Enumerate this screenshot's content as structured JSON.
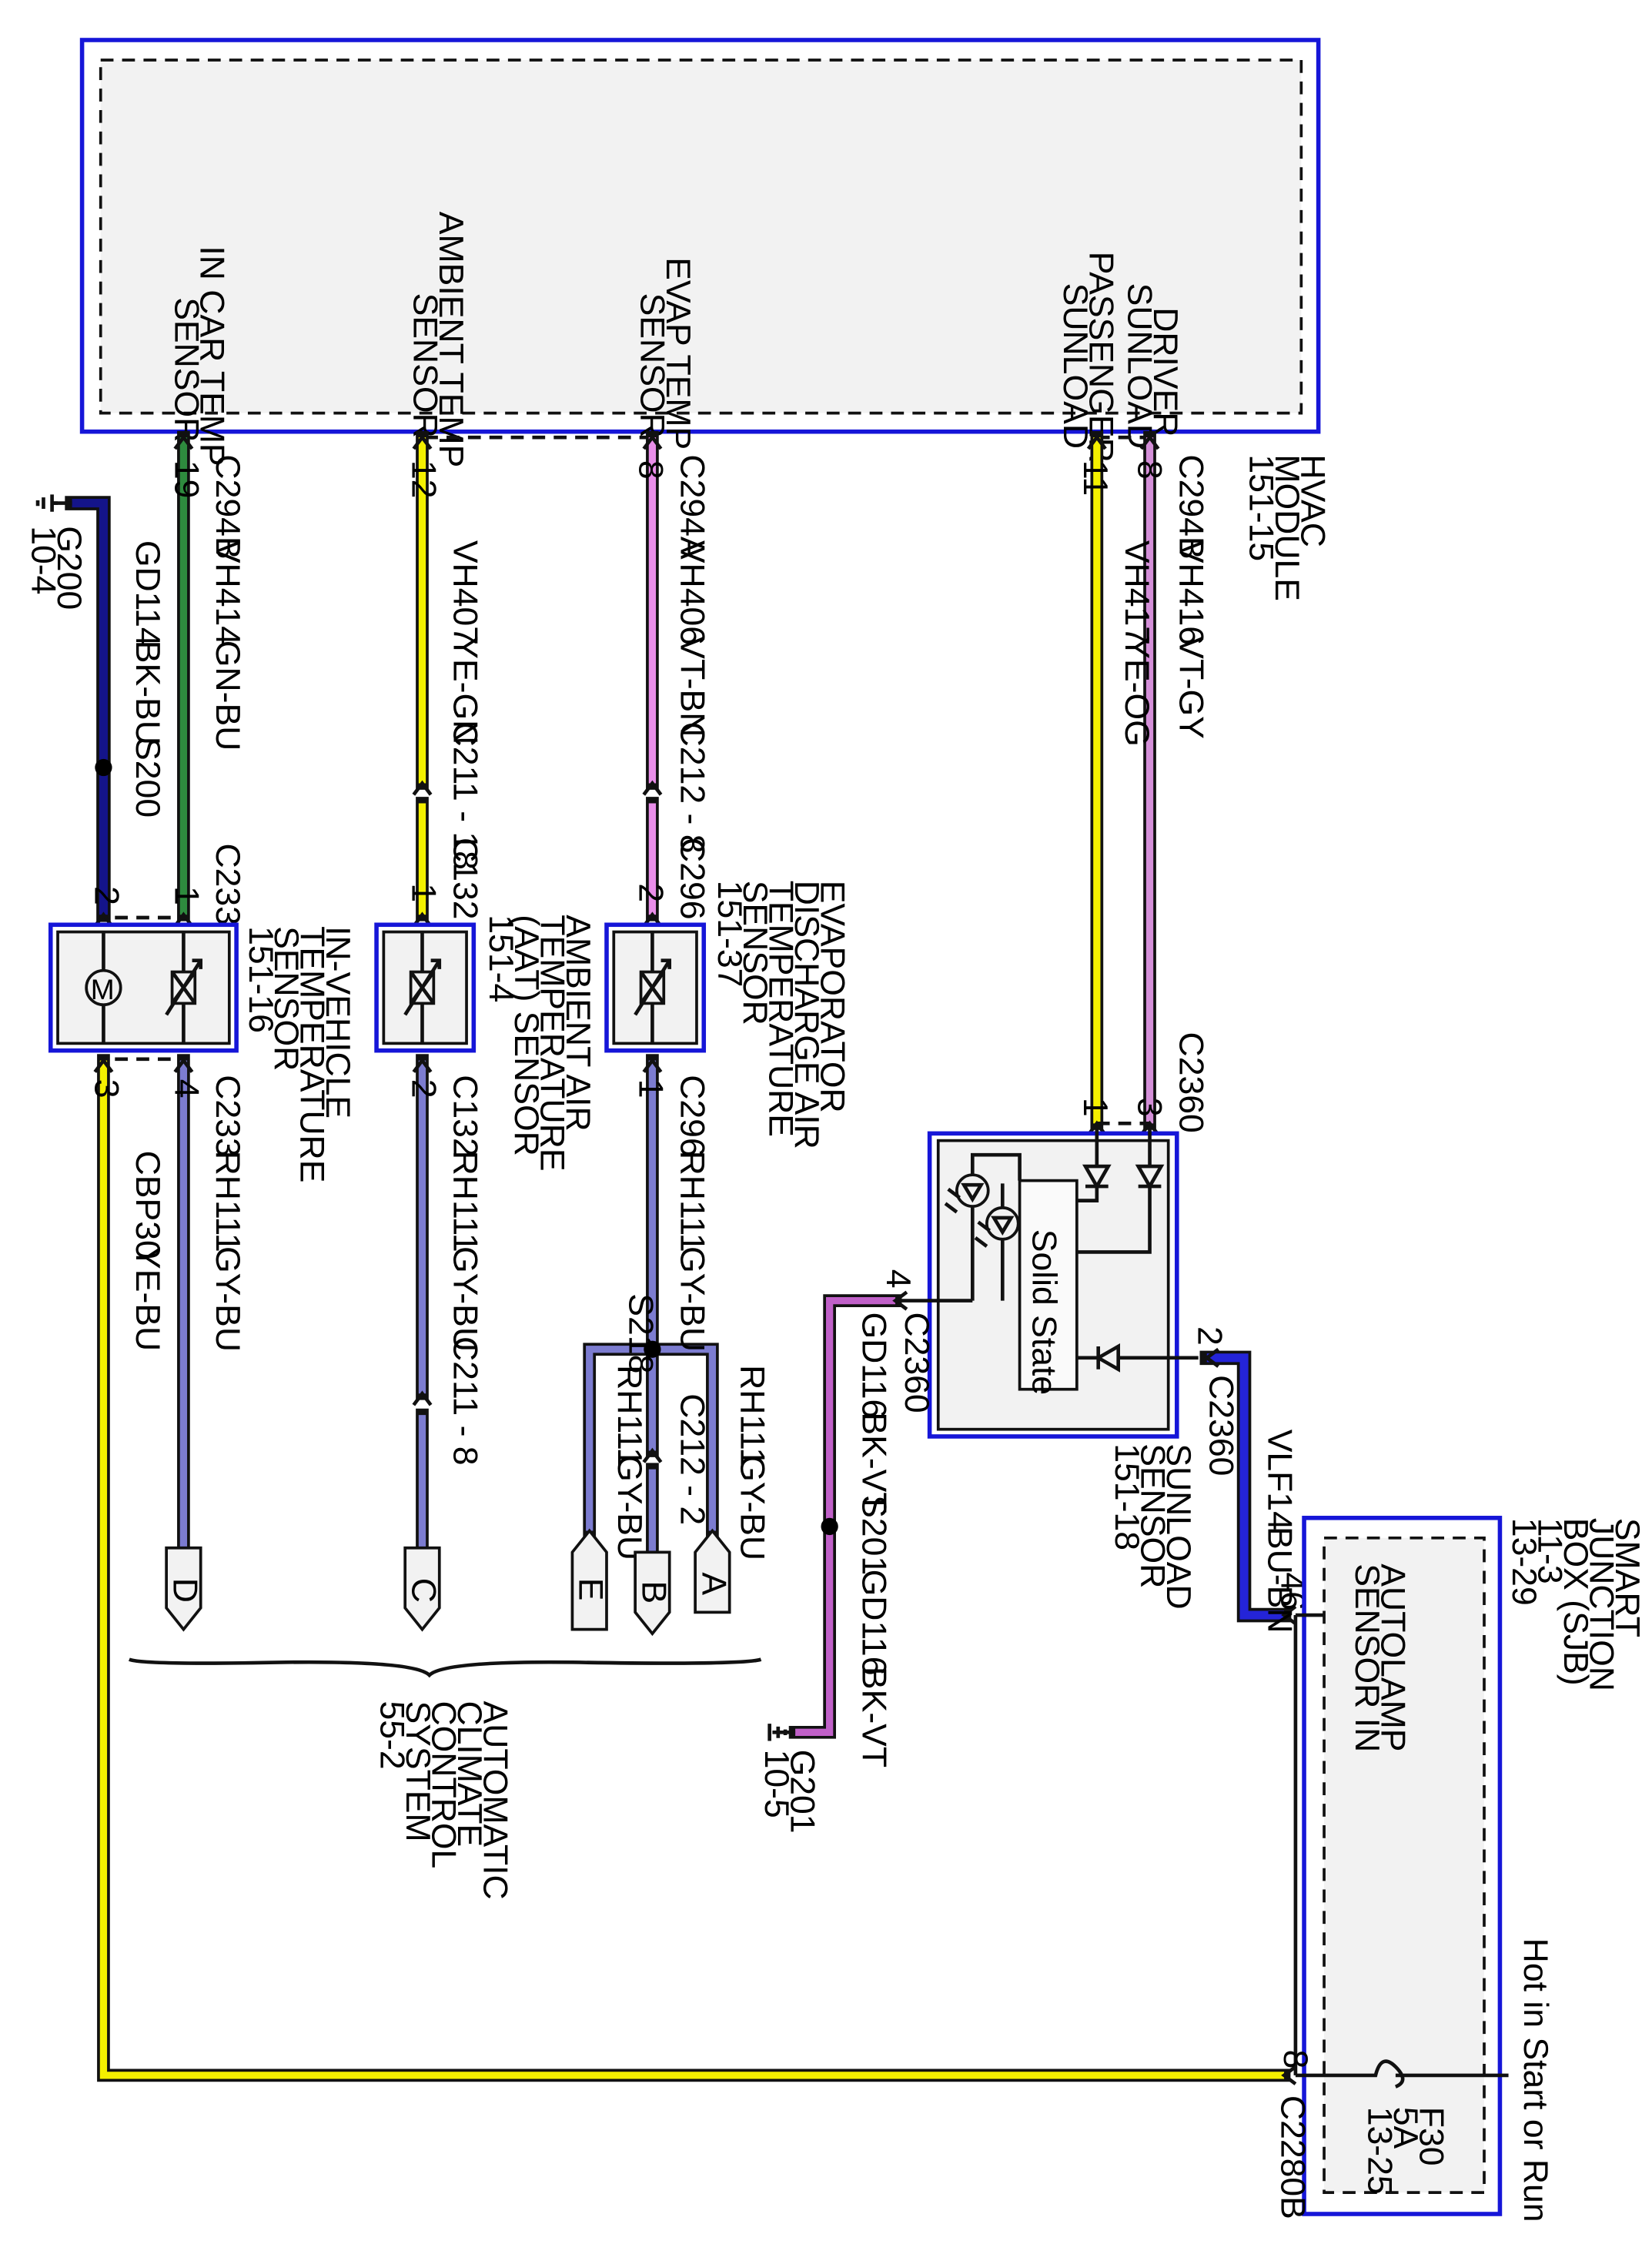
{
  "colors": {
    "green_blue": "#2e8b3e",
    "yellow": "#f4f000",
    "violet": "#e98ee9",
    "violet_gray": "#d48fd8",
    "black_blue": "#14148a",
    "gray_blue": "#7c7cd0",
    "blue_brown": "#2424d8",
    "black_violet": "#c060c8",
    "box_border": "#1616d8"
  },
  "hvac": {
    "labels": [
      "HVAC",
      "MODULE",
      "151-15"
    ],
    "pins": {
      "in_car": [
        "IN CAR TEMP",
        "SENSOR"
      ],
      "ambient": [
        "AMBIENT TEMP",
        "SENSOR"
      ],
      "evap": [
        "EVAP TEMP",
        "SENSOR"
      ],
      "passenger": [
        "PASSENGER",
        "SUNLOAD"
      ],
      "driver": [
        "DRIVER",
        "SUNLOAD"
      ]
    }
  },
  "ground_g200": {
    "name": "G200",
    "ref": "10-4",
    "circuit": "GD114",
    "color": "BK-BU",
    "splice": "S200"
  },
  "in_car_circuit": {
    "connector": "C294B",
    "pin": "19",
    "circuit": "VH414",
    "color": "GN-BU",
    "connector2": "C233",
    "pin2": "1"
  },
  "ambient_circuit": {
    "pin": "12",
    "circuit": "VH407",
    "color": "YE-GN",
    "inline": "C211 - 18",
    "connector2": "C132",
    "pin2": "1"
  },
  "evap_circuit": {
    "connector": "C294A",
    "pin": "8",
    "circuit": "VH406",
    "color": "VT-BN",
    "inline": "C212 - 8",
    "connector2": "C296",
    "pin2": "2"
  },
  "passenger_circuit": {
    "pin": "11",
    "circuit": "VH417",
    "color": "YE-OG",
    "pin2": "1"
  },
  "driver_circuit": {
    "connector": "C294B",
    "pin": "8",
    "circuit": "VH416",
    "color": "VT-GY",
    "connector2": "C2360",
    "pin2": "3"
  },
  "in_vehicle_sensor": {
    "labels": [
      "IN-VEHICLE",
      "TEMPERATURE",
      "SENSOR",
      "151-16"
    ],
    "pin2": "2",
    "pin3": "3",
    "pin4": "4",
    "connector": "C233",
    "motor": "M"
  },
  "ambient_sensor": {
    "labels": [
      "AMBIENT AIR",
      "TEMPERATURE",
      "(AAT) SENSOR",
      "151-4"
    ],
    "pin": "2",
    "connector": "C132"
  },
  "evap_sensor": {
    "labels": [
      "EVAPORATOR",
      "DISCHARGE AIR",
      "TEMPERATURE",
      "SENSOR",
      "151-37"
    ],
    "pin": "1",
    "connector": "C296"
  },
  "sunload": {
    "labels": [
      "SUNLOAD",
      "SENSOR",
      "151-18"
    ],
    "solid_state": "Solid State",
    "connector": "C2360",
    "pin4": "4",
    "pin2": "2"
  },
  "returns": {
    "d": {
      "connector": "C233",
      "circuit": "RH111",
      "color": "GY-BU",
      "label": "D"
    },
    "c": {
      "connector": "C132",
      "circuit": "RH111",
      "color": "GY-BU",
      "inline": "C211 - 8",
      "label": "C"
    },
    "b": {
      "connector": "C296",
      "circuit": "RH111",
      "color": "GY-BU",
      "splice": "S218",
      "inline": "C212 - 2",
      "label": "B"
    },
    "a": {
      "circuit": "RH111",
      "color": "GY-BU",
      "label": "A"
    },
    "e": {
      "circuit": "RH111",
      "color": "GY-BU",
      "label": "E"
    }
  },
  "acc": {
    "labels": [
      "AUTOMATIC",
      "CLIMATE",
      "CONTROL",
      "SYSTEM",
      "55-2"
    ]
  },
  "cbp30": {
    "circuit": "CBP30",
    "color": "YE-BU"
  },
  "gd116": {
    "connector": "C2360",
    "circuit": "GD116",
    "color": "BK-VT",
    "splice": "S201",
    "ground": "G201",
    "ref": "10-5"
  },
  "vlf14": {
    "connector": "C2360",
    "circuit": "VLF14",
    "color": "BU-BN",
    "pin": "46"
  },
  "sjb": {
    "labels": [
      "SMART",
      "JUNCTION",
      "BOX (SJB)",
      "11-3",
      "13-29"
    ],
    "input": [
      "AUTOLAMP",
      "SENSOR IN"
    ],
    "hot": "Hot in Start or Run",
    "fuse": [
      "F30",
      "5A",
      "13-25"
    ],
    "pin": "8",
    "connector": "C2280B"
  }
}
